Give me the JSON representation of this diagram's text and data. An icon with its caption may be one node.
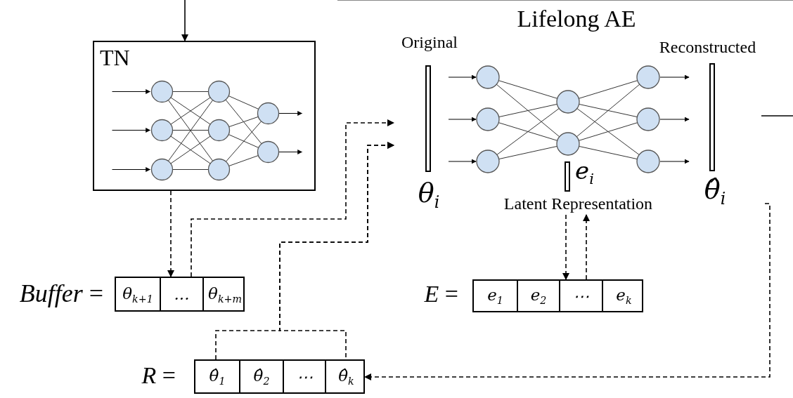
{
  "diagram": {
    "title": "Lifelong AE",
    "nodes": [
      {
        "text": [
          "TN"
        ]
      },
      {
        "text": [
          "Original",
          "θ$_{i}$"
        ]
      },
      {
        "text": [
          "e$_{i}$",
          "Latent Representation"
        ]
      },
      {
        "text": [
          "Reconstructed",
          "θ̂$_{i}$"
        ]
      },
      {
        "text": [],
        "shape": "box",
        "beside": [
          "*Buffer* ="
        ]
      },
      {
        "text": [
          "θ$_{k+1}$"
        ],
        "in": 4
      },
      {
        "text": [
          "..."
        ],
        "in": 4
      },
      {
        "text": [
          "θ$_{k+m}$"
        ],
        "in": 4
      },
      {
        "text": [],
        "shape": "box",
        "beside": [
          "*E* ="
        ]
      },
      {
        "text": [
          "e$_{1}$"
        ],
        "in": 8
      },
      {
        "text": [
          "e$_{2}$"
        ],
        "in": 8
      },
      {
        "text": [
          "⋯"
        ],
        "in": 8
      },
      {
        "text": [
          "e$_{k}$"
        ],
        "in": 8
      },
      {
        "text": [],
        "shape": "box",
        "beside": [
          "*R* ="
        ]
      },
      {
        "text": [
          "θ̂$_{1}$"
        ],
        "in": 13
      },
      {
        "text": [
          "θ̂$_{2}$"
        ],
        "in": 13
      },
      {
        "text": [
          "⋯"
        ],
        "in": 13
      },
      {
        "text": [
          "θ̂$_{k}$"
        ],
        "in": 13
      }
    ],
    "edges": [
      {
        "from": null,
        "to": 0,
        "arrow": "to"
      },
      {
        "from": 0,
        "to": 4,
        "arrow": "to",
        "style": "dashed"
      },
      {
        "from": 4,
        "to": 1,
        "arrow": "to",
        "style": "dashed"
      },
      {
        "from": 14,
        "to": 1,
        "arrow": "to",
        "style": "dashed"
      },
      {
        "from": 17,
        "to": 1,
        "arrow": "to",
        "style": "dashed"
      },
      {
        "from": 2,
        "to": 8,
        "arrow": "to",
        "style": "dashed"
      },
      {
        "from": 8,
        "to": 2,
        "arrow": "to",
        "style": "dashed"
      },
      {
        "from": 3,
        "to": 13,
        "arrow": "to",
        "style": "dashed"
      }
    ]
  }
}
